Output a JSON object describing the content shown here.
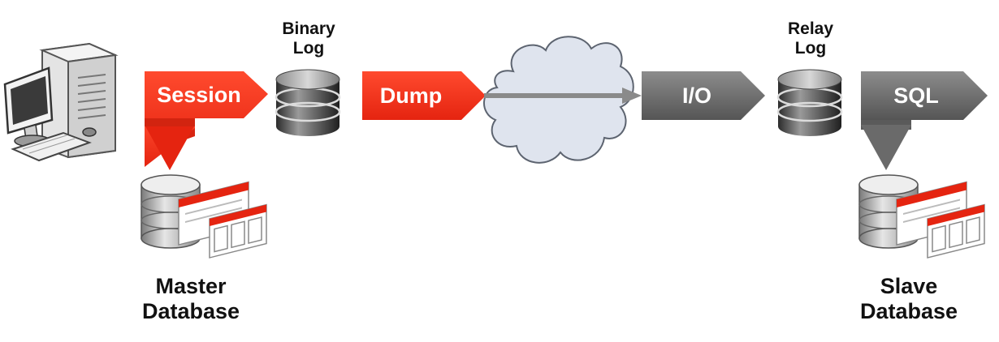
{
  "labels": {
    "binary_log": [
      "Binary",
      "Log"
    ],
    "relay_log": [
      "Relay",
      "Log"
    ],
    "master_db": [
      "Master",
      "Database"
    ],
    "slave_db": [
      "Slave",
      "Database"
    ]
  },
  "arrows": {
    "session": "Session",
    "dump": "Dump",
    "io": "I/O",
    "sql": "SQL"
  },
  "icons": {
    "computer": "desktop-computer-icon",
    "binary_log_db": "database-cylinder-icon",
    "relay_log_db": "database-cylinder-icon",
    "network": "cloud-icon",
    "master_database": "database-tables-icon",
    "slave_database": "database-tables-icon"
  },
  "colors": {
    "red": "#f52a12",
    "red_dark": "#c81f0c",
    "gray": "#6e6e6e",
    "gray_dark": "#4a4a4a",
    "cloud": "#dfe4ee",
    "line": "#8a8a8a"
  }
}
